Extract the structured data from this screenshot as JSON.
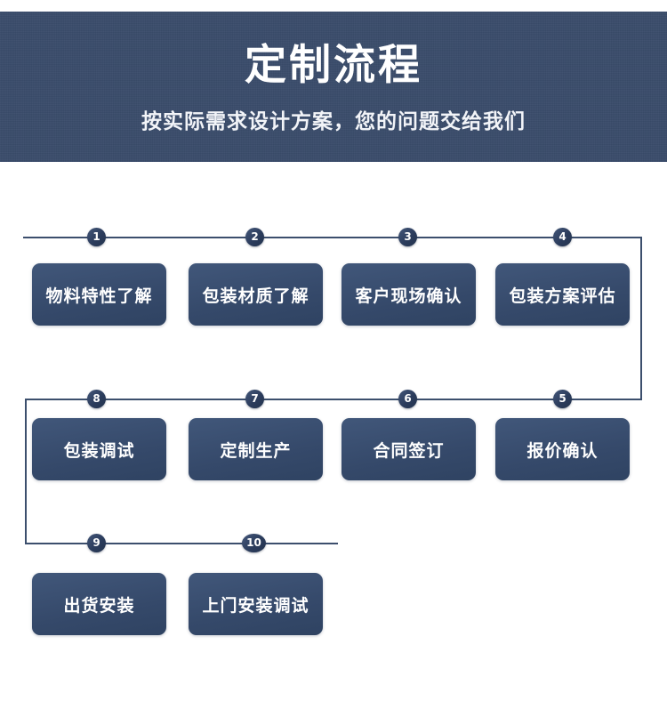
{
  "banner": {
    "title": "定制流程",
    "subtitle": "按实际需求设计方案，您的问题交给我们",
    "background_color": "#3a4c6b",
    "title_color": "#ffffff"
  },
  "flow": {
    "box_color": "#374f71",
    "line_color": "#3c4f6d",
    "marker_color": "#2e4163",
    "rows": [
      {
        "direction": "left-to-right",
        "steps": [
          {
            "number": "1",
            "label": "物料特性了解"
          },
          {
            "number": "2",
            "label": "包装材质了解"
          },
          {
            "number": "3",
            "label": "客户现场确认"
          },
          {
            "number": "4",
            "label": "包装方案评估"
          }
        ]
      },
      {
        "direction": "right-to-left",
        "steps": [
          {
            "number": "8",
            "label": "包装调试"
          },
          {
            "number": "7",
            "label": "定制生产"
          },
          {
            "number": "6",
            "label": "合同签订"
          },
          {
            "number": "5",
            "label": "报价确认"
          }
        ]
      },
      {
        "direction": "left-to-right",
        "steps": [
          {
            "number": "9",
            "label": "出货安装"
          },
          {
            "number": "10",
            "label": "上门安装调试"
          }
        ]
      }
    ]
  }
}
